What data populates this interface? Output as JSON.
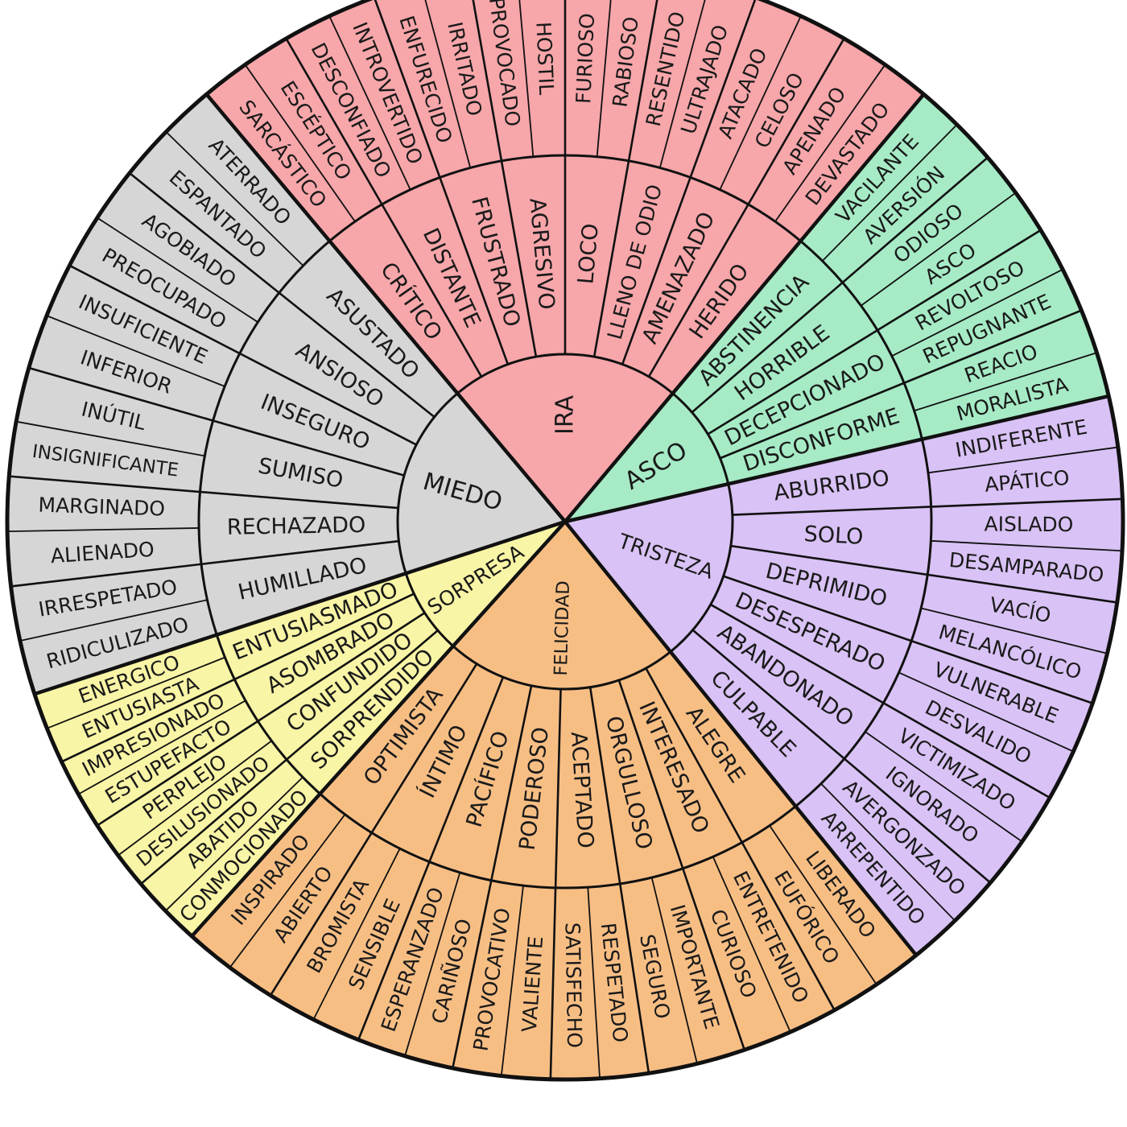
{
  "chart_data": {
    "type": "diagram",
    "title": "",
    "emotions": [
      {
        "name": "IRA",
        "color": "#f7a6aa",
        "pairs": [
          [
            "HERIDO",
            "DEVASTADO",
            "APENADO"
          ],
          [
            "AMENAZADO",
            "CELOSO",
            "ATACADO"
          ],
          [
            "LLENO DE ODIO",
            "ULTRAJADO",
            "RESENTIDO"
          ],
          [
            "LOCO",
            "RABIOSO",
            "FURIOSO"
          ],
          [
            "AGRESIVO",
            "HOSTIL",
            "PROVOCADO"
          ],
          [
            "FRUSTRADO",
            "IRRITADO",
            "ENFURECIDO"
          ],
          [
            "DISTANTE",
            "INTROVERTIDO",
            "DESCONFIADO"
          ],
          [
            "CRÍTICO",
            "ESCÉPTICO",
            "SARCÁSTICO"
          ]
        ]
      },
      {
        "name": "ASCO",
        "color": "#a6ebc6",
        "pairs": [
          [
            "DISCONFORME",
            "MORALISTA",
            "REACIO"
          ],
          [
            "DECEPCIONADO",
            "REPUGNANTE",
            "REVOLTOSO"
          ],
          [
            "HORRIBLE",
            "ASCO",
            "ODIOSO"
          ],
          [
            "ABSTINENCIA",
            "AVERSIÓN",
            "VACILANTE"
          ]
        ]
      },
      {
        "name": "TRISTEZA",
        "color": "#d9c2f5",
        "pairs": [
          [
            "CULPABLE",
            "ARREPENTIDO",
            "AVERGONZADO"
          ],
          [
            "ABANDONADO",
            "IGNORADO",
            "VICTIMIZADO"
          ],
          [
            "DESESPERADO",
            "DESVALIDO",
            "VULNERABLE"
          ],
          [
            "DEPRIMIDO",
            "MELANCÓLICO",
            "VACÍO"
          ],
          [
            "SOLO",
            "DESAMPARADO",
            "AISLADO"
          ],
          [
            "ABURRIDO",
            "APÁTICO",
            "INDIFERENTE"
          ]
        ]
      },
      {
        "name": "FELICIDAD",
        "color": "#f7be84",
        "pairs": [
          [
            "OPTIMISTA",
            "INSPIRADO",
            "ABIERTO"
          ],
          [
            "ÍNTIMO",
            "BROMISTA",
            "SENSIBLE"
          ],
          [
            "PACÍFICO",
            "ESPERANZADO",
            "CARIÑOSO"
          ],
          [
            "PODEROSO",
            "PROVOCATIVO",
            "VALIENTE"
          ],
          [
            "ACEPTADO",
            "SATISFECHO",
            "RESPETADO"
          ],
          [
            "ORGULLOSO",
            "SEGURO",
            "IMPORTANTE"
          ],
          [
            "INTERESADO",
            "CURIOSO",
            "ENTRETENIDO"
          ],
          [
            "ALEGRE",
            "EUFÓRICO",
            "LIBERADO"
          ]
        ]
      },
      {
        "name": "SORPRESA",
        "color": "#f9f5a6",
        "pairs": [
          [
            "ENTUSIASMADO",
            "ENERGICO",
            "ENTUSIASTA"
          ],
          [
            "ASOMBRADO",
            "IMPRESIONADO",
            "ESTUPEFACTO"
          ],
          [
            "CONFUNDIDO",
            "PERPLEJO",
            "DESILUSIONADO"
          ],
          [
            "SORPRENDIDO",
            "ABATIDO",
            "CONMOCIONADO"
          ]
        ]
      },
      {
        "name": "MIEDO",
        "color": "#d6d6d6",
        "pairs": [
          [
            "ASUSTADO",
            "ATERRADO",
            "ESPANTADO"
          ],
          [
            "ANSIOSO",
            "AGOBIADO",
            "PREOCUPADO"
          ],
          [
            "INSEGURO",
            "INSUFICIENTE",
            "INFERIOR"
          ],
          [
            "SUMISO",
            "INÚTIL",
            "INSIGNIFICANTE"
          ],
          [
            "RECHAZADO",
            "MARGINADO",
            "ALIENADO"
          ],
          [
            "HUMILLADO",
            "IRRESPETADO",
            "RIDICULIZADO"
          ]
        ]
      }
    ]
  }
}
